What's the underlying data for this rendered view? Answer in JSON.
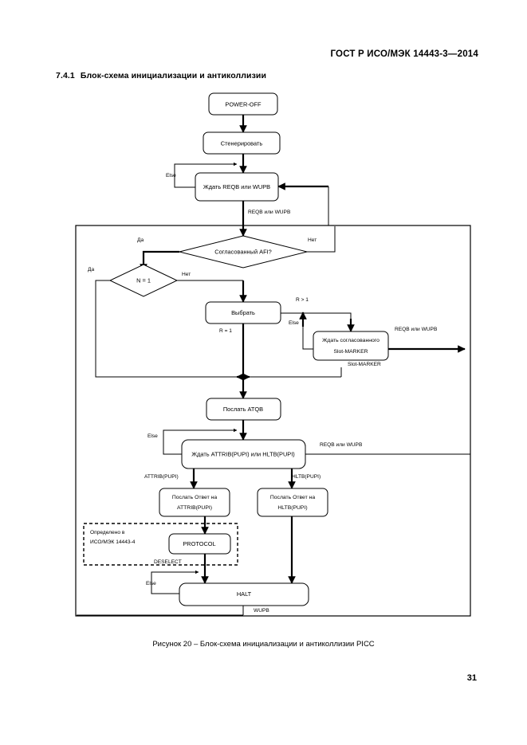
{
  "document": {
    "header": "ГОСТ Р ИСО/МЭК 14443-3—2014",
    "page_number": "31"
  },
  "section": {
    "number": "7.4.1",
    "title": "Блок-схема инициализации и антиколлизии"
  },
  "figure": {
    "caption": "Рисунок 20 – Блок-схема инициализации и антиколлизии PICC",
    "type": "flowchart",
    "nodes": {
      "power_off": "POWER-OFF",
      "generate": "Стенерировать",
      "wait_reqb": "Ждать REQB или WUPB",
      "matched_afi": "Согласованный AFI?",
      "n_equals_1": "N = 1",
      "select": "Выбрать",
      "wait_slot_marker_line1": "Ждать  согласованного",
      "wait_slot_marker_line2": "Slot-MARKER",
      "send_atqb": "Послать ATQB",
      "wait_attrib": "Ждать ATTRIB(PUPI) или HLTB(PUPI)",
      "send_resp_attrib_line1": "Послать Ответ на",
      "send_resp_attrib_line2": "ATTRIB(PUPI)",
      "send_resp_hltb_line1": "Послать Ответ на",
      "send_resp_hltb_line2": "HLTB(PUPI)",
      "protocol": "PROTOCOL",
      "halt": "HALT"
    },
    "dashed_region": {
      "label_line1": "Определено в",
      "label_line2": "ИСО/МЭК 14443-4"
    },
    "edge_labels": {
      "else_1": "Else",
      "reqb_wupb_1": "REQB или WUPB",
      "yes_afi": "Да",
      "no_afi": "Нет",
      "yes_n": "Да",
      "no_n": "Нет",
      "r_equals_1": "R = 1",
      "r_greater_1": "R > 1",
      "else_slot": "Else",
      "reqb_wupb_2": "REQB или WUPB",
      "slot_marker": "Slot-MARKER",
      "else_2": "Else",
      "reqb_wupb_3": "REQB или WUPB",
      "attrib_pupi": "ATTRIB(PUPI)",
      "hltb_pupi": "HLTB(PUPI)",
      "deselect": "DESELECT",
      "else_3": "Else",
      "wupb": "WUPB"
    }
  }
}
